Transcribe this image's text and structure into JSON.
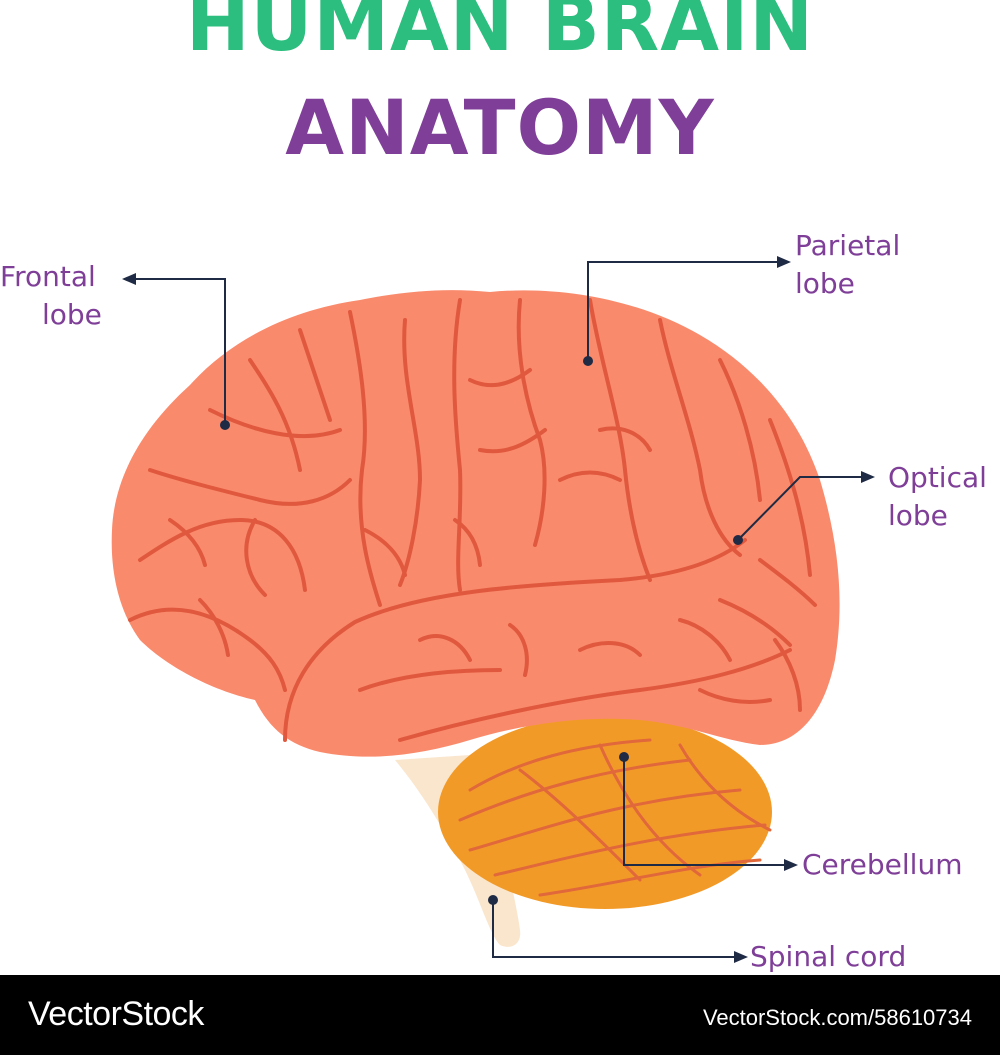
{
  "title": {
    "line1": "HUMAN BRAIN",
    "line2": "ANATOMY"
  },
  "labels": {
    "frontal": [
      "Frontal",
      "lobe"
    ],
    "parietal": [
      "Parietal",
      "lobe"
    ],
    "optical": [
      "Optical",
      "lobe"
    ],
    "cerebellum": "Cerebellum",
    "spinal": "Spinal cord"
  },
  "footer": {
    "brand": "VectorStock",
    "id": "VectorStock.com/58610734"
  },
  "colors": {
    "title_primary": "#2BBE7E",
    "title_secondary": "#7F3F98",
    "label_text": "#7F3F98",
    "cerebrum": "#FA8A6C",
    "cerebrum_folds": "#E0593E",
    "cerebellum": "#F29A28",
    "cerebellum_folds": "#E0683A",
    "spinal_cord": "#FAE6CC",
    "leader_lines": "#1F2A44"
  }
}
